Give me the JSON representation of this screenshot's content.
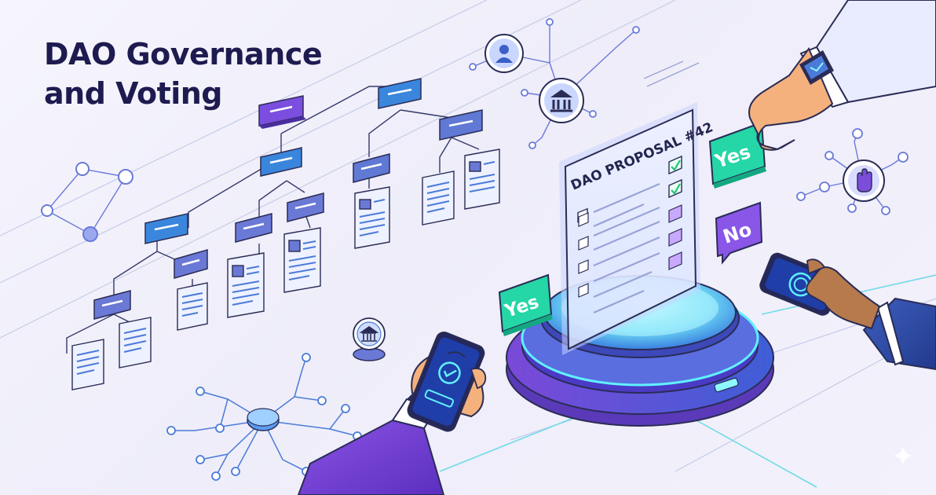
{
  "header": {
    "title_line1": "DAO Governance",
    "title_line2": "and Voting"
  },
  "proposal": {
    "heading": "DAO PROPOSAL #42"
  },
  "vote_badges": {
    "yes_top": "Yes",
    "no": "No",
    "yes_bottom": "Yes"
  },
  "icons": [
    "user-icon",
    "bank-icon",
    "hand-stop-icon",
    "checkmark-icon",
    "sparkle-icon"
  ],
  "colors": {
    "title": "#1d1b4f",
    "accent_purple": "#7c4ddb",
    "accent_blue": "#4b7bd8",
    "accent_teal": "#2ee6c8",
    "outline": "#2a2c55"
  }
}
